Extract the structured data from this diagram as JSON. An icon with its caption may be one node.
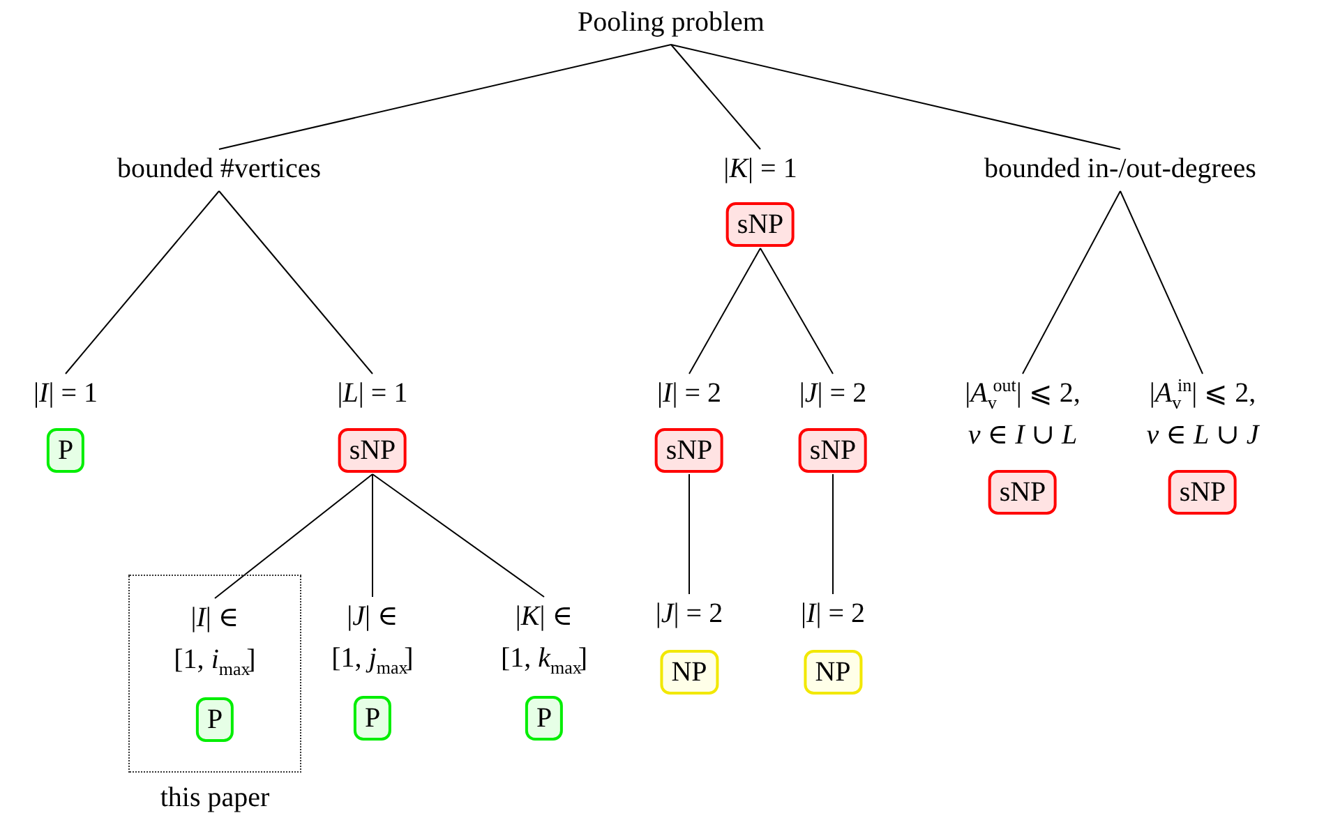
{
  "diagram": {
    "nodes": [
      {
        "text": [
          "Pooling problem"
        ]
      },
      {
        "text": [
          "bounded #vertices"
        ]
      },
      {
        "text": [
          "|*K*| = 1"
        ]
      },
      {
        "text": [
          "sNP"
        ]
      },
      {
        "text": [
          "bounded in-/out-degrees"
        ]
      },
      {
        "text": [
          "|*I*| = 1"
        ]
      },
      {
        "text": [
          "P"
        ]
      },
      {
        "text": [
          "|*L*| = 1"
        ]
      },
      {
        "text": [
          "sNP"
        ]
      },
      {
        "text": [
          "|*I*| = 2"
        ]
      },
      {
        "text": [
          "sNP"
        ]
      },
      {
        "text": [
          "|*J*| = 2"
        ]
      },
      {
        "text": [
          "sNP"
        ]
      },
      {
        "text": [
          "|*A*$_{v}$$^{out}$| ⩽ 2, *v* ∈ *I* ∪ *L*"
        ]
      },
      {
        "text": [
          "sNP"
        ]
      },
      {
        "text": [
          "|*A*$_{v}$$^{in}$| ⩽ 2, *v* ∈ *L* ∪ *J*"
        ]
      },
      {
        "text": [
          "sNP"
        ]
      },
      {
        "text": [
          "this paper"
        ]
      },
      {
        "text": [
          "|*I*| ∈ [1, *i*$_{max}$]"
        ],
        "in": 17
      },
      {
        "text": [
          "P"
        ],
        "in": 17
      },
      {
        "text": [
          "|*J*| ∈ [1, *j*$_{max}$]"
        ]
      },
      {
        "text": [
          "P"
        ]
      },
      {
        "text": [
          "|*K*| ∈ [1, *k*$_{max}$]"
        ]
      },
      {
        "text": [
          "P"
        ]
      },
      {
        "text": [
          "|*J*| = 2"
        ]
      },
      {
        "text": [
          "NP"
        ]
      },
      {
        "text": [
          "|*I*| = 2"
        ]
      },
      {
        "text": [
          "NP"
        ]
      }
    ],
    "edges": [
      {
        "from": 0,
        "to": 1,
        "arrow": "none"
      },
      {
        "from": 0,
        "to": 2,
        "arrow": "none"
      },
      {
        "from": 0,
        "to": 4,
        "arrow": "none"
      },
      {
        "from": 1,
        "to": 5,
        "arrow": "none"
      },
      {
        "from": 1,
        "to": 7,
        "arrow": "none"
      },
      {
        "from": 3,
        "to": 9,
        "arrow": "none"
      },
      {
        "from": 3,
        "to": 11,
        "arrow": "none"
      },
      {
        "from": 4,
        "to": 13,
        "arrow": "none"
      },
      {
        "from": 4,
        "to": 15,
        "arrow": "none"
      },
      {
        "from": 8,
        "to": 18,
        "arrow": "none"
      },
      {
        "from": 8,
        "to": 20,
        "arrow": "none"
      },
      {
        "from": 8,
        "to": 22,
        "arrow": "none"
      },
      {
        "from": 10,
        "to": 24,
        "arrow": "none"
      },
      {
        "from": 12,
        "to": 26,
        "arrow": "none"
      }
    ]
  }
}
